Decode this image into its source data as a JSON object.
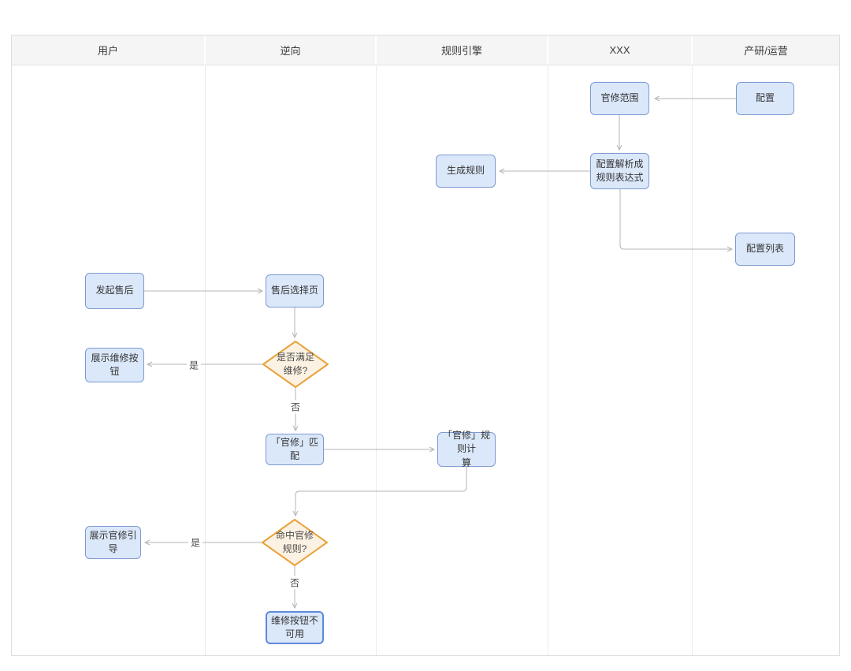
{
  "lanes": {
    "l1": "用户",
    "l2": "逆向",
    "l3": "规则引擎",
    "l4": "XXX",
    "l5": "产研/运营"
  },
  "nodes": {
    "config_scope": "官修范围",
    "config": "配置",
    "parse_rules": "配置解析成\n规则表达式",
    "gen_rules": "生成规则",
    "config_list": "配置列表",
    "start_aftersale": "发起售后",
    "aftersale_page": "售后选择页",
    "show_repair_button": "展示维修按钮",
    "meet_repair_decision": "是否满足\n维修?",
    "guanxiu_match": "「官修」匹配",
    "guanxiu_rule_calc": "「官修」规则计\n算",
    "show_guanxiu_guide": "展示官修引导",
    "hit_rule_decision": "命中官修\n规则?",
    "repair_button_disabled": "维修按钮不可用"
  },
  "labels": {
    "yes": "是",
    "no": "否"
  },
  "colors": {
    "node_fill": "#dbe8fa",
    "node_border": "#7d9ad1",
    "node_border_strong": "#5f88d8",
    "decision_fill": "#fcf2e3",
    "decision_border": "#e8a33c",
    "connector": "#b5b5b5",
    "header_bg": "#f5f5f6",
    "frame_border": "#dedede"
  }
}
